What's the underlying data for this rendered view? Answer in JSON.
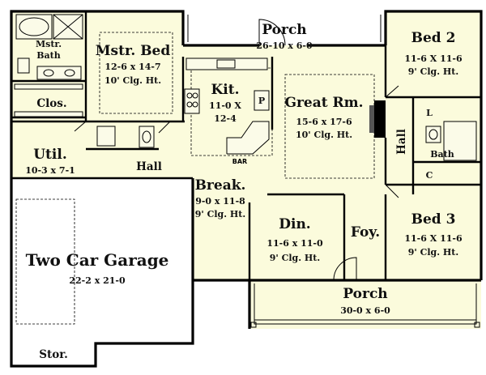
{
  "colors": {
    "floor": "#fbfbdc",
    "garage": "#ffffff",
    "wall": "#000000"
  },
  "rooms": {
    "porch_top": {
      "name": "Porch",
      "dims": "26-10 x 6-0"
    },
    "mstr_bed": {
      "name": "Mstr. Bed",
      "dims": "12-6 x 14-7",
      "ceiling": "10' Clg. Ht."
    },
    "mstr_bath": {
      "name": "Mstr.",
      "name2": "Bath"
    },
    "clos": {
      "name": "Clos."
    },
    "kit": {
      "name": "Kit.",
      "dims": "11-0 X",
      "dims2": "12-4"
    },
    "pantry": {
      "name": "P"
    },
    "great": {
      "name": "Great Rm.",
      "dims": "15-6 x 17-6",
      "ceiling": "10' Clg. Ht."
    },
    "bed2": {
      "name": "Bed 2",
      "dims": "11-6 X 11-6",
      "ceiling": "9' Clg. Ht."
    },
    "util": {
      "name": "Util.",
      "dims": "10-3 x 7-1"
    },
    "hall_left": {
      "name": "Hall"
    },
    "hall_right": {
      "name": "Hall"
    },
    "bath": {
      "name": "Bath"
    },
    "linen": {
      "name": "L"
    },
    "closet_c": {
      "name": "C"
    },
    "bar": {
      "name": "BAR"
    },
    "break": {
      "name": "Break.",
      "dims": "9-0 x 11-8",
      "ceiling": "9' Clg. Ht."
    },
    "din": {
      "name": "Din.",
      "dims": "11-6 x 11-0",
      "ceiling": "9' Clg. Ht."
    },
    "foy": {
      "name": "Foy."
    },
    "bed3": {
      "name": "Bed 3",
      "dims": "11-6 X 11-6",
      "ceiling": "9' Clg. Ht."
    },
    "garage": {
      "name": "Two Car Garage",
      "dims": "22-2 x 21-0"
    },
    "stor": {
      "name": "Stor."
    },
    "porch_front": {
      "name": "Porch",
      "dims": "30-0 x 6-0"
    }
  }
}
